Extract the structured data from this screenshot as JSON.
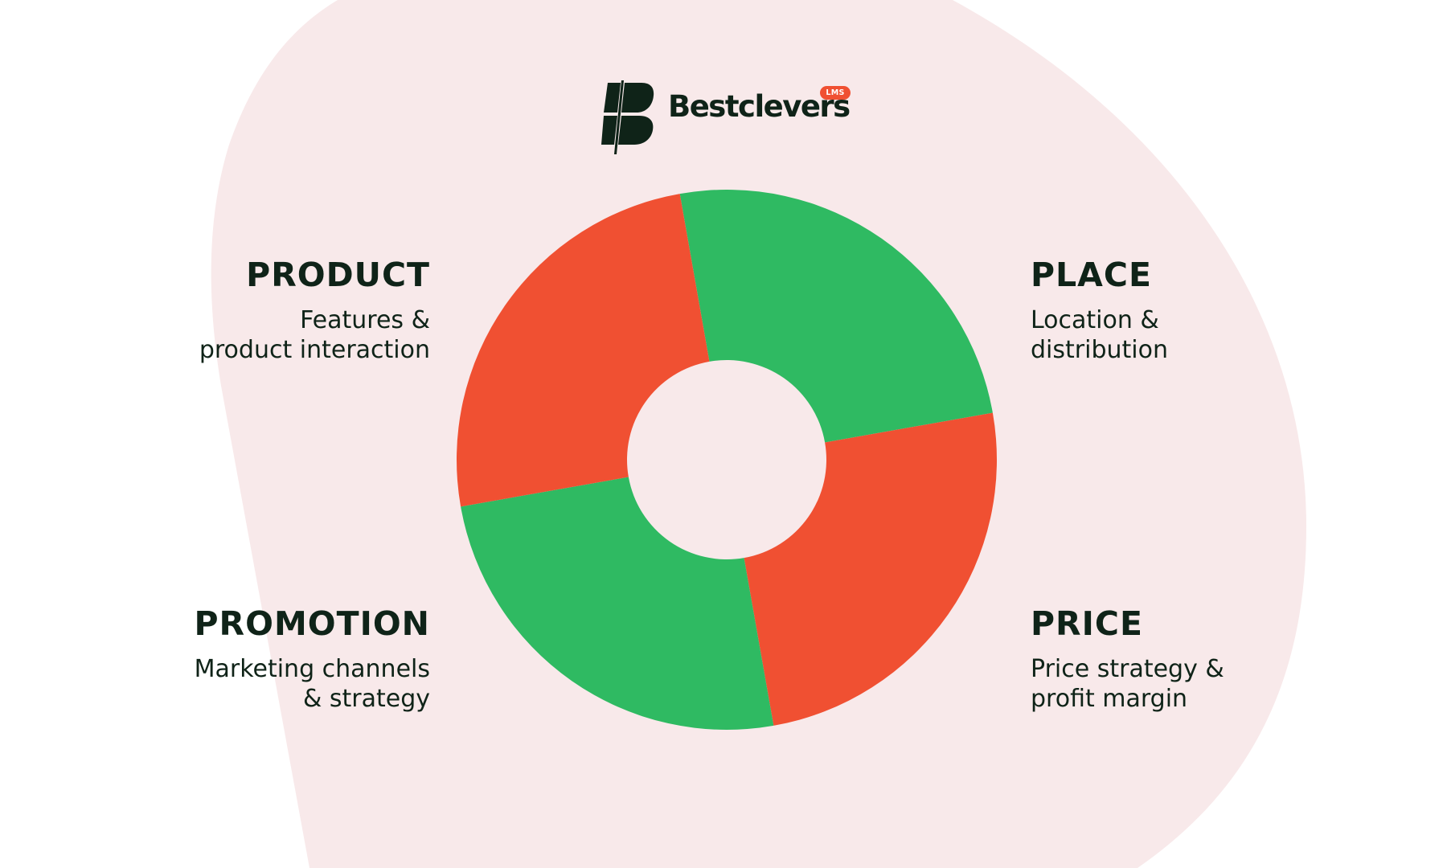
{
  "brand": {
    "name": "Bestclevers",
    "badge": "LMS",
    "icon": "bestclevers-logo-icon"
  },
  "colors": {
    "background": "#ffffff",
    "blob": "#f8e9ea",
    "red": "#f05032",
    "green": "#2fba62",
    "text": "#0f2318"
  },
  "segments": [
    {
      "key": "place",
      "title": "PLACE",
      "desc_line1": "Location &",
      "desc_line2": "distribution",
      "color": "#2fba62"
    },
    {
      "key": "price",
      "title": "PRICE",
      "desc_line1": "Price strategy &",
      "desc_line2": "profit margin",
      "color": "#f05032"
    },
    {
      "key": "promotion",
      "title": "PROMOTION",
      "desc_line1": "Marketing channels",
      "desc_line2": "& strategy",
      "color": "#2fba62"
    },
    {
      "key": "product",
      "title": "PRODUCT",
      "desc_line1": "Features &",
      "desc_line2": "product interaction",
      "color": "#f05032"
    }
  ]
}
